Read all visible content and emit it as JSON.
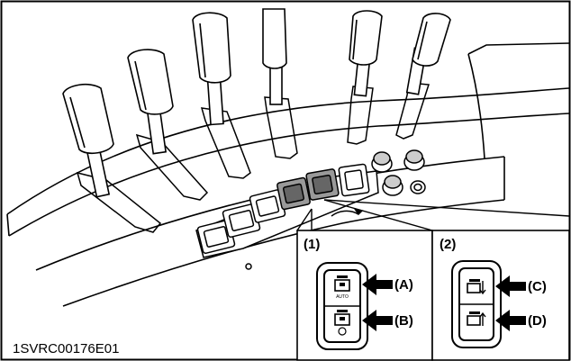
{
  "figure_code": "1SVRC00176E01",
  "callouts": {
    "left": {
      "number": "(1)",
      "upper_label": "(A)",
      "lower_label": "(B)",
      "upper_icon_text": "AUTO"
    },
    "right": {
      "number": "(2)",
      "upper_label": "(C)",
      "lower_label": "(D)"
    }
  },
  "icons": {
    "levers": "control-lever-icon",
    "switches": "rocker-switch-icon",
    "arrows": "pointer-arrow-icon",
    "hitch": "hitch-symbol-icon"
  }
}
